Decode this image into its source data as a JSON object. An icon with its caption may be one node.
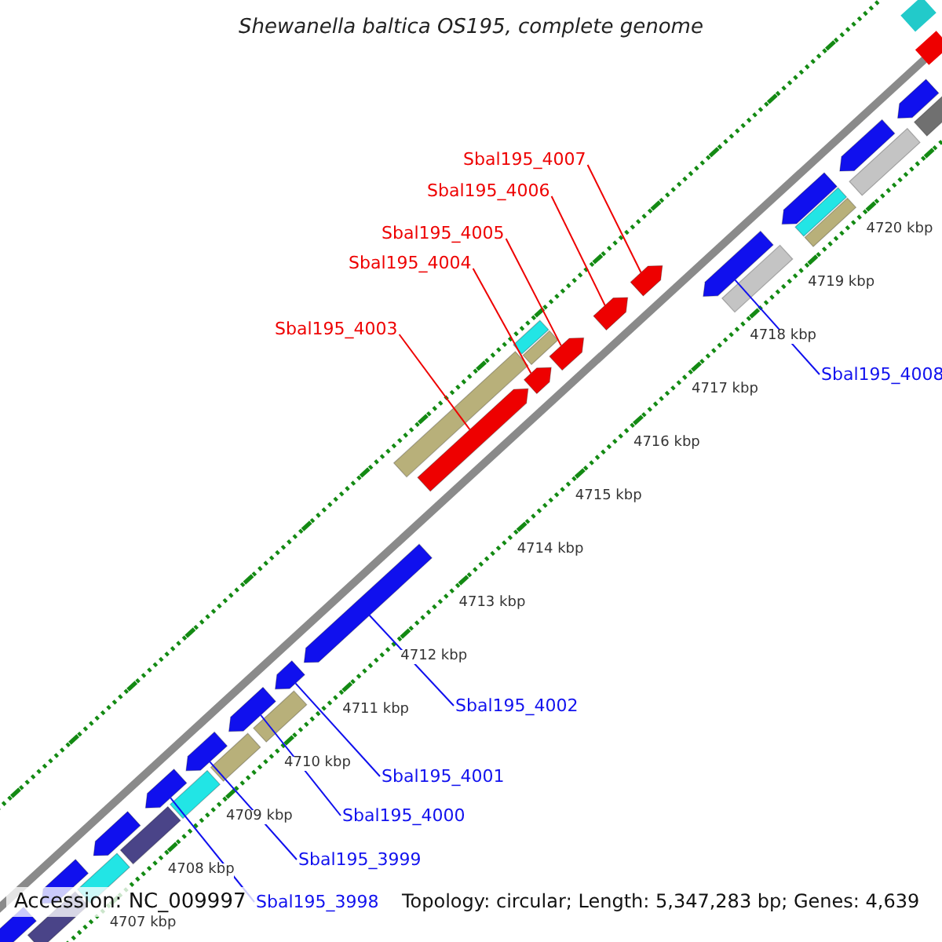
{
  "diagram": {
    "title": "Shewanella baltica OS195, complete genome",
    "nodes": [
      {
        "text": [
          "Sbal195_4007"
        ]
      },
      {
        "text": [
          "Sbal195_4006"
        ]
      },
      {
        "text": [
          "Sbal195_4005"
        ]
      },
      {
        "text": [
          "Sbal195_4004"
        ]
      },
      {
        "text": [
          "Sbal195_4003"
        ]
      },
      {
        "text": [
          "Sbal195_4008"
        ]
      },
      {
        "text": [
          "Sbal195_4002"
        ]
      },
      {
        "text": [
          "Sbal195_4001"
        ]
      },
      {
        "text": [
          "Sbal195_4000"
        ]
      },
      {
        "text": [
          "Sbal195_3999"
        ]
      },
      {
        "text": [
          "Sbal195_3998"
        ]
      },
      {
        "text": [],
        "shape": "bar"
      },
      {
        "text": [],
        "shape": "bar"
      },
      {
        "text": [],
        "shape": "bar"
      },
      {
        "text": [],
        "shape": "bar"
      },
      {
        "text": [],
        "shape": "bar"
      },
      {
        "text": [],
        "shape": "bar"
      },
      {
        "text": [],
        "shape": "bar"
      },
      {
        "text": [],
        "shape": "bar"
      },
      {
        "text": [],
        "shape": "bar"
      },
      {
        "text": [],
        "shape": "bar"
      },
      {
        "text": [],
        "shape": "bar"
      },
      {
        "text": [],
        "shape": "bar"
      },
      {
        "text": [],
        "shape": "bar"
      },
      {
        "text": [],
        "shape": "bar"
      },
      {
        "text": [],
        "shape": "bar"
      },
      {
        "text": [],
        "shape": "bar"
      },
      {
        "text": [],
        "shape": "bar"
      },
      {
        "text": [],
        "shape": "bar"
      },
      {
        "text": [],
        "shape": "bar"
      },
      {
        "text": [],
        "shape": "bar"
      },
      {
        "text": [],
        "shape": "bar"
      },
      {
        "text": [],
        "shape": "bar"
      },
      {
        "text": [],
        "shape": "bar"
      },
      {
        "text": [],
        "shape": "bar"
      },
      {
        "text": [],
        "shape": "bar"
      },
      {
        "text": [],
        "shape": "bar"
      },
      {
        "text": [],
        "shape": "bar"
      },
      {
        "text": [],
        "shape": "bar"
      },
      {
        "text": [],
        "shape": "bar"
      },
      {
        "text": [],
        "shape": "bar"
      },
      {
        "text": [],
        "shape": "bar"
      },
      {
        "text": [],
        "shape": "bar"
      },
      {
        "text": [],
        "shape": "bar"
      }
    ],
    "edges": [
      {
        "from": 0,
        "to": 32,
        "arrow": "none",
        "color": "#ee0000"
      },
      {
        "from": 1,
        "to": 31,
        "arrow": "none",
        "color": "#ee0000"
      },
      {
        "from": 2,
        "to": 30,
        "arrow": "none",
        "color": "#ee0000"
      },
      {
        "from": 3,
        "to": 29,
        "arrow": "none",
        "color": "#ee0000"
      },
      {
        "from": 4,
        "to": 26,
        "arrow": "none",
        "color": "#ee0000"
      },
      {
        "from": 5,
        "to": 33,
        "arrow": "none"
      },
      {
        "from": 6,
        "to": 24,
        "arrow": "none"
      },
      {
        "from": 7,
        "to": 23,
        "arrow": "none"
      },
      {
        "from": 8,
        "to": 21,
        "arrow": "none"
      },
      {
        "from": 9,
        "to": 19,
        "arrow": "none"
      },
      {
        "from": 10,
        "to": 17,
        "arrow": "none"
      }
    ],
    "labels": [
      "4720 kbp",
      "4719 kbp",
      "4718 kbp",
      "4717 kbp",
      "4716 kbp",
      "4715 kbp",
      "4714 kbp",
      "4713 kbp",
      "4712 kbp",
      "4711 kbp",
      "4710 kbp",
      "4709 kbp",
      "4708 kbp",
      "4707 kbp",
      "Accession: NC_009997",
      "Topology: circular; Length: 5,347,283 bp; Genes: 4,639"
    ]
  }
}
